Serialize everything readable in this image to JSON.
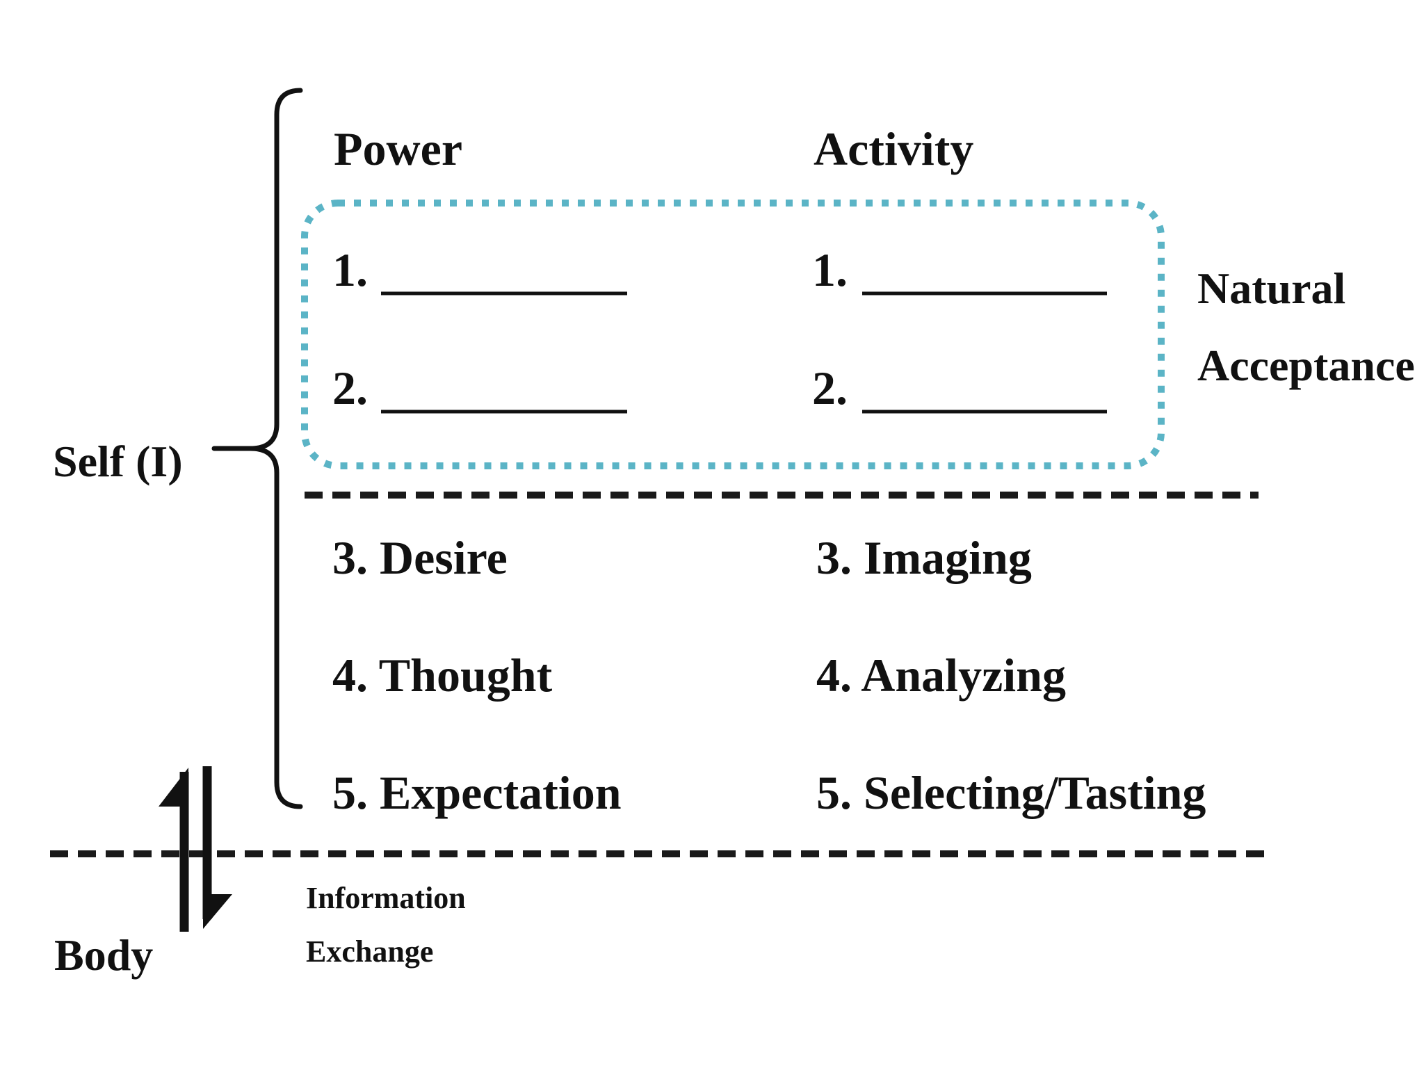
{
  "diagram": {
    "self_label": "Self (I)",
    "body_label": "Body",
    "natural_acceptance": {
      "line1": "Natural",
      "line2": "Acceptance"
    },
    "information_exchange": {
      "line1": "Information",
      "line2": "Exchange"
    },
    "columns": {
      "power": {
        "header": "Power",
        "blank_items": [
          "1.",
          "2."
        ],
        "items": [
          "3. Desire",
          "4. Thought",
          "5. Expectation"
        ]
      },
      "activity": {
        "header": "Activity",
        "blank_items": [
          "1.",
          "2."
        ],
        "items": [
          "3. Imaging",
          "4. Analyzing",
          "5. Selecting/Tasting"
        ]
      }
    },
    "colors": {
      "text": "#111111",
      "dotted_box": "#5bb4c6",
      "dashed_line": "#1a1a1a"
    }
  }
}
